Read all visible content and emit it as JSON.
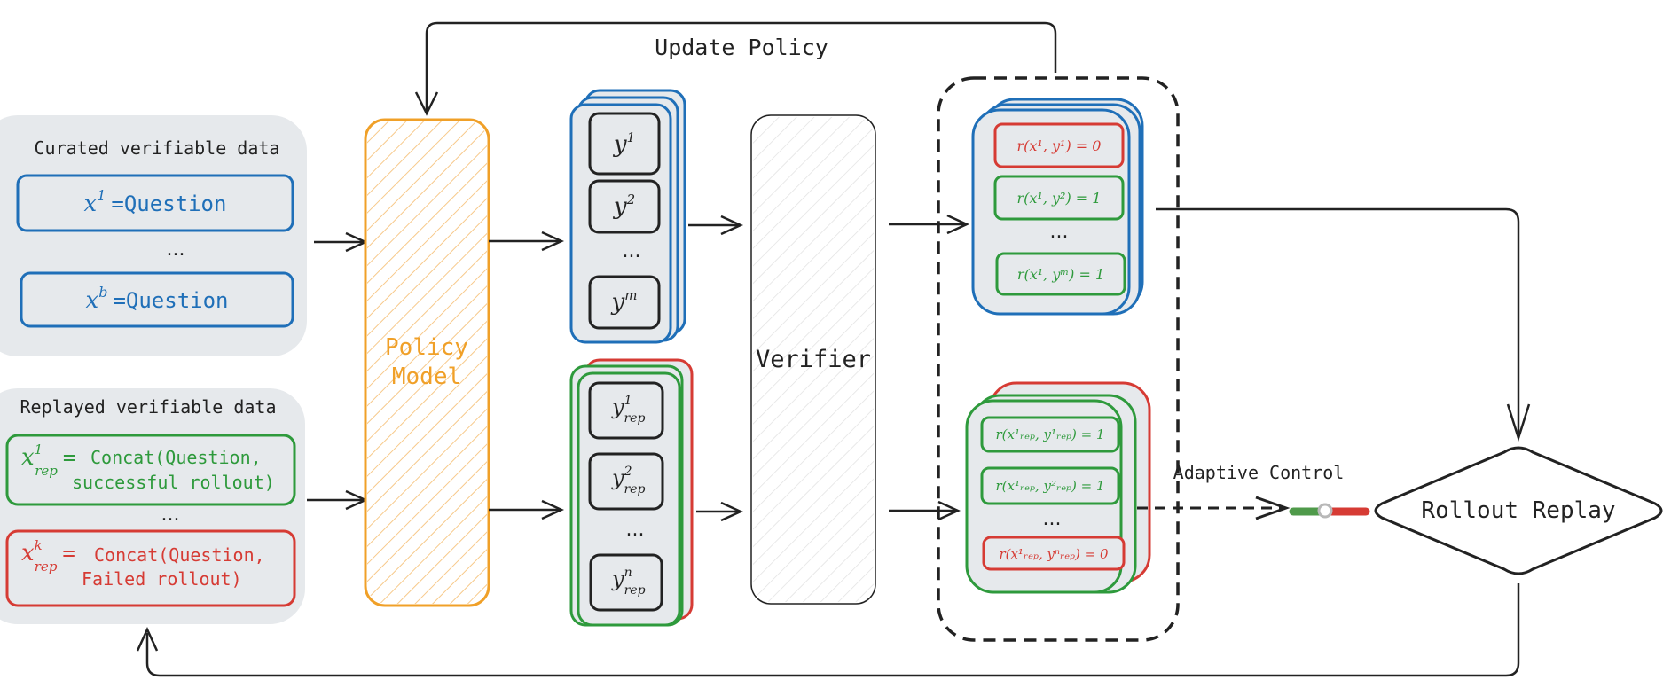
{
  "update_policy_label": "Update Policy",
  "curated": {
    "title": "Curated verifiable data",
    "x1": {
      "var": "x",
      "sup": "1",
      "eq": "=",
      "text": "Question"
    },
    "dots": "...",
    "xb": {
      "var": "x",
      "sup": "b",
      "eq": "=",
      "text": "Question"
    }
  },
  "replayed": {
    "title": "Replayed verifiable data",
    "item1": {
      "var": "x",
      "sup": "1",
      "sub": "rep",
      "eq": "=",
      "line1": "Concat(Question,",
      "line2": "successful rollout)"
    },
    "dots": "...",
    "itemk": {
      "var": "x",
      "sup": "k",
      "sub": "rep",
      "eq": "=",
      "line1": "Concat(Question,",
      "line2": "Failed rollout)"
    }
  },
  "policy_model": {
    "line1": "Policy",
    "line2": "Model"
  },
  "rollouts_top": {
    "var": "y",
    "sups": [
      "1",
      "2",
      "m"
    ],
    "dots": "..."
  },
  "rollouts_bottom": {
    "var": "y",
    "sub": "rep",
    "sups": [
      "1",
      "2",
      "n"
    ],
    "dots": "..."
  },
  "verifier_label": "Verifier",
  "rewards_top": {
    "items": [
      {
        "text": "r(x¹, y¹) = 0",
        "status": "fail"
      },
      {
        "text": "r(x¹, y²) = 1",
        "status": "success"
      },
      {
        "text": "r(x¹, yᵐ) = 1",
        "status": "success"
      }
    ],
    "dots": "..."
  },
  "rewards_bottom": {
    "items": [
      {
        "text": "r(x¹ᵣₑₚ, y¹ᵣₑₚ) = 1",
        "status": "success"
      },
      {
        "text": "r(x¹ᵣₑₚ, y²ᵣₑₚ) = 1",
        "status": "success"
      },
      {
        "text": "r(x¹ᵣₑₚ, yⁿᵣₑₚ) = 0",
        "status": "fail"
      }
    ],
    "dots": "..."
  },
  "adaptive_control_label": "Adaptive Control",
  "rollout_replay_label": "Rollout Replay",
  "colors": {
    "blue": "#1f6fb8",
    "green": "#2e9a3c",
    "red": "#d63b34",
    "orange": "#f0a028",
    "panel": "#e6e9ec",
    "ink": "#222222"
  }
}
